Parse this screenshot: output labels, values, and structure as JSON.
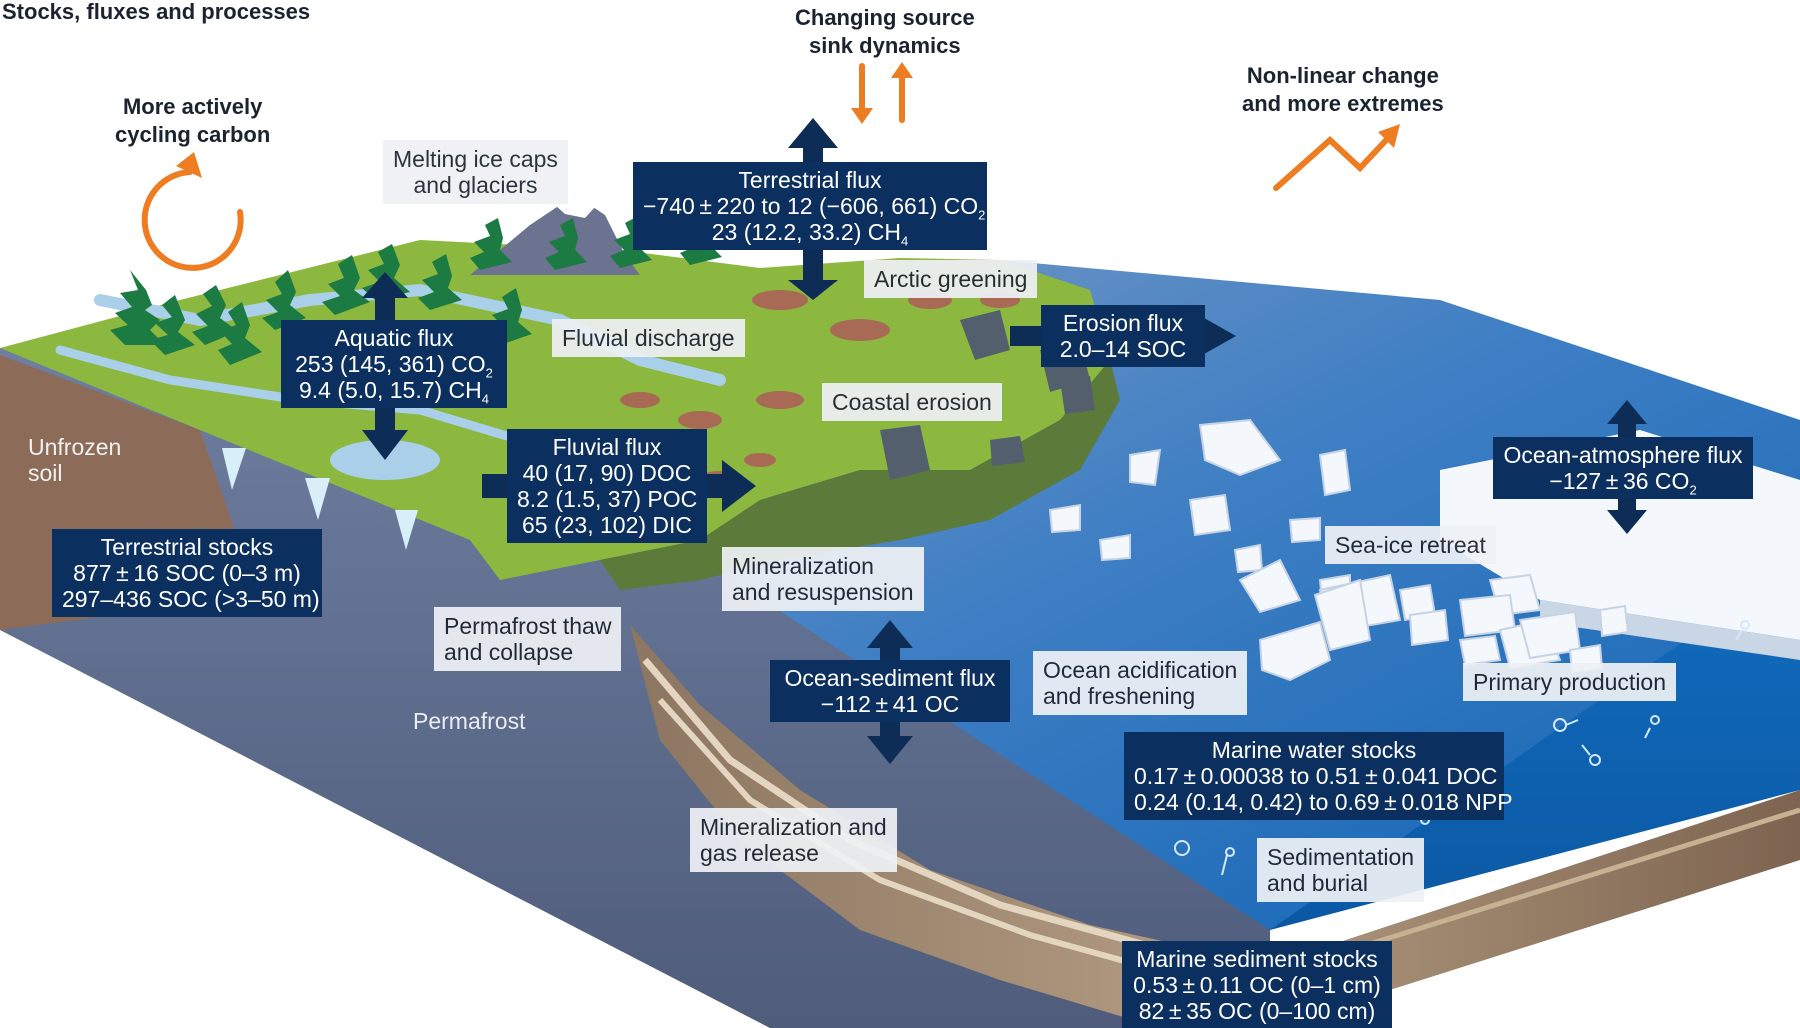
{
  "title": "Stocks, fluxes and processes",
  "trends": {
    "cycling": [
      "More actively",
      "cycling carbon"
    ],
    "source_sink": [
      "Changing source",
      "sink dynamics"
    ],
    "nonlinear": [
      "Non-linear change",
      "and more extremes"
    ]
  },
  "processes": {
    "melting": [
      "Melting ice caps",
      "and glaciers"
    ],
    "greening": "Arctic greening",
    "fluvial_discharge": "Fluvial discharge",
    "coastal_erosion": "Coastal erosion",
    "mineralization_resuspension": [
      "Mineralization",
      "and resuspension"
    ],
    "permafrost_thaw": [
      "Permafrost thaw",
      "and collapse"
    ],
    "acidification": [
      "Ocean acidification",
      "and freshening"
    ],
    "sea_ice": "Sea-ice retreat",
    "primary_production": "Primary production",
    "mineralization_gas": [
      "Mineralization and",
      "gas release"
    ],
    "sedimentation": [
      "Sedimentation",
      "and burial"
    ]
  },
  "zones": {
    "unfrozen_soil": [
      "Unfrozen",
      "soil"
    ],
    "permafrost": "Permafrost"
  },
  "fluxes": {
    "terrestrial": {
      "title": "Terrestrial flux",
      "co2_value": "−740 ± 220 to 12 (−606, 661) CO",
      "co2_sub": "2",
      "ch4_value": "23 (12.2, 33.2) CH",
      "ch4_sub": "4"
    },
    "aquatic": {
      "title": "Aquatic flux",
      "co2_value": "253 (145, 361) CO",
      "co2_sub": "2",
      "ch4_value": "9.4 (5.0, 15.7) CH",
      "ch4_sub": "4"
    },
    "fluvial": {
      "title": "Fluvial flux",
      "rows": [
        "40 (17, 90) DOC",
        "8.2 (1.5, 37) POC",
        "65 (23, 102) DIC"
      ]
    },
    "erosion": {
      "title": "Erosion flux",
      "rows": [
        "2.0–14 SOC"
      ]
    },
    "ocean_atmosphere": {
      "title": "Ocean-atmosphere flux",
      "co2_value": "−127 ± 36 CO",
      "co2_sub": "2"
    },
    "ocean_sediment": {
      "title": "Ocean-sediment flux",
      "rows": [
        "−112 ± 41 OC"
      ]
    }
  },
  "stocks": {
    "terrestrial": {
      "title": "Terrestrial stocks",
      "rows": [
        "877 ± 16 SOC (0–3 m)",
        "297–436 SOC (>3–50 m)"
      ]
    },
    "marine_water": {
      "title": "Marine water stocks",
      "rows": [
        "0.17 ± 0.00038 to 0.51 ± 0.041 DOC",
        "0.24 (0.14, 0.42) to 0.69 ± 0.018 NPP"
      ]
    },
    "marine_sediment": {
      "title": "Marine sediment stocks",
      "rows": [
        "0.53 ± 0.11 OC (0–1 cm)",
        "82 ± 35 OC (0–100 cm)"
      ]
    }
  },
  "colors": {
    "label_dark": "#0b2f5e",
    "arrow_dark": "#0d2d57",
    "accent_orange": "#ee7d22",
    "land_green": "#8cb83f",
    "permafrost_slate": "#5b6887",
    "ocean_blue": "#1a6fc0",
    "soil_brown": "#8a6b57",
    "ice_white": "#f4f7fb"
  }
}
